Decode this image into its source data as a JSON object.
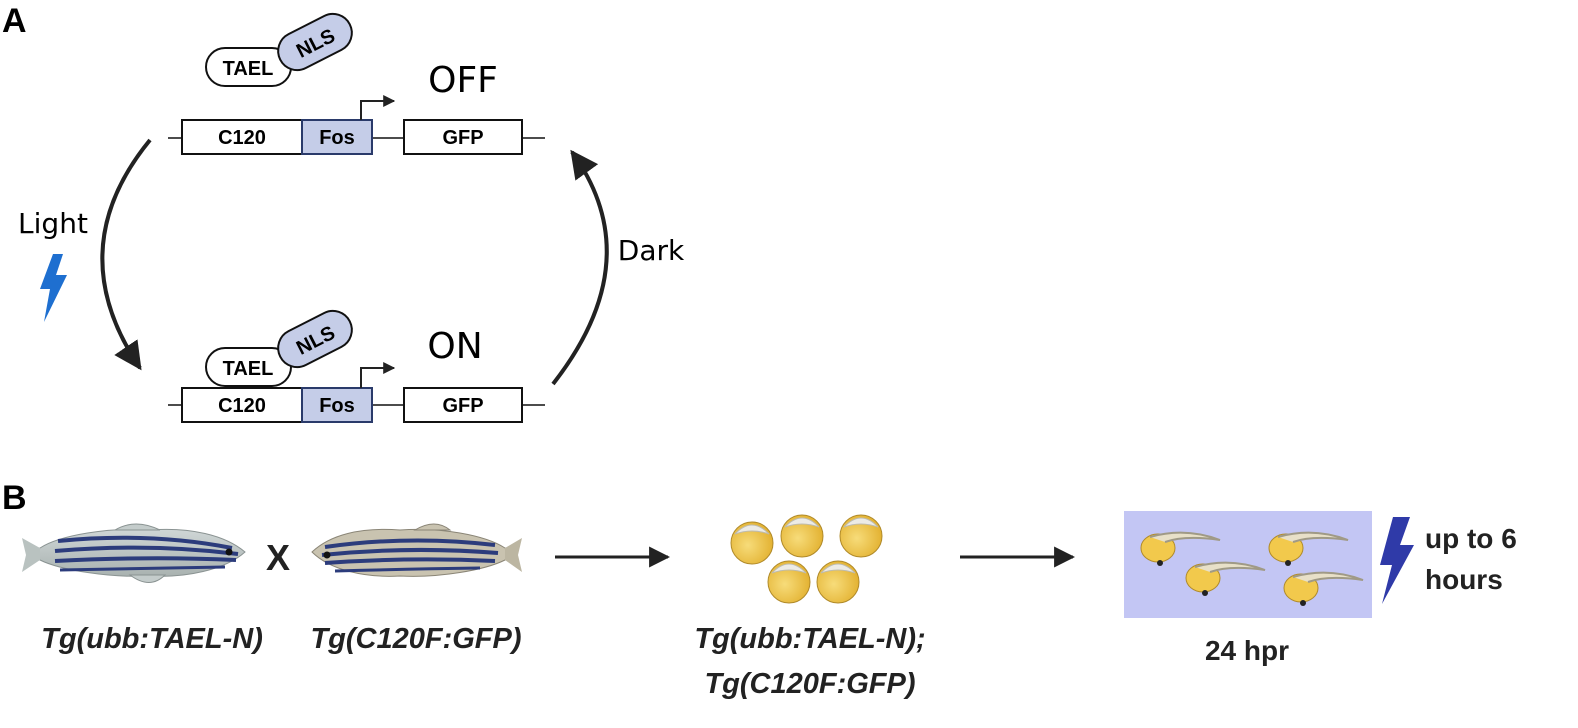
{
  "panel_a": {
    "label": "A",
    "off_state": "OFF",
    "on_state": "ON",
    "light_label": "Light",
    "dark_label": "Dark",
    "tael": "TAEL",
    "nls": "NLS",
    "c120": "C120",
    "fos": "Fos",
    "gfp": "GFP"
  },
  "panel_b": {
    "label": "B",
    "cross_symbol": "X",
    "parent1": "Tg(ubb:TAEL-N)",
    "parent2": "Tg(C120F:GFP)",
    "offspring_line1": "Tg(ubb:TAEL-N);",
    "offspring_line2": "Tg(C120F:GFP)",
    "stage": "24 hpr",
    "duration_line1": "up to 6",
    "duration_line2": "hours"
  },
  "colors": {
    "fos_fill": "#c5cde8",
    "nls_fill": "#c5cde8",
    "lightning_blue": "#1e6fd0",
    "lightning_navy": "#2f3aa8",
    "illumination_box": "#c3c6f4",
    "egg_fill": "#f2c94c"
  }
}
